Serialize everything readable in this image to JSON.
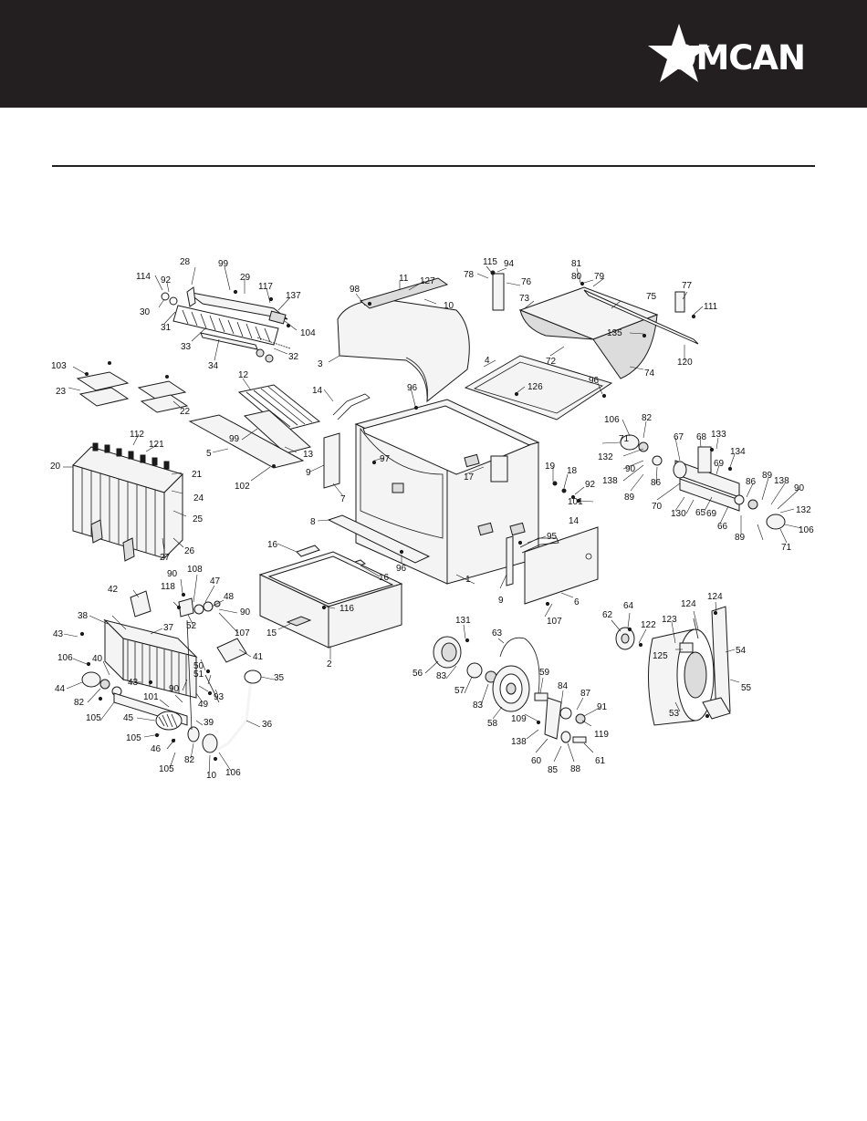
{
  "brand": {
    "name": "OMCAN",
    "header_color": "#231f20",
    "logo_icon": "star-icon"
  },
  "diagram": {
    "type": "exploded-parts-diagram",
    "labels": [
      "1",
      "2",
      "3",
      "4",
      "5",
      "6",
      "7",
      "8",
      "9",
      "9",
      "10",
      "10",
      "11",
      "12",
      "13",
      "14",
      "14",
      "15",
      "16",
      "16",
      "17",
      "18",
      "19",
      "20",
      "21",
      "22",
      "23",
      "24",
      "25",
      "26",
      "27",
      "28",
      "29",
      "30",
      "31",
      "32",
      "33",
      "34",
      "35",
      "36",
      "37",
      "38",
      "39",
      "40",
      "41",
      "42",
      "43",
      "43",
      "44",
      "45",
      "46",
      "47",
      "48",
      "49",
      "50",
      "51",
      "52",
      "53",
      "54",
      "55",
      "56",
      "57",
      "58",
      "59",
      "60",
      "61",
      "62",
      "63",
      "64",
      "65",
      "66",
      "67",
      "68",
      "69",
      "69",
      "70",
      "71",
      "71",
      "72",
      "73",
      "74",
      "75",
      "76",
      "77",
      "78",
      "79",
      "80",
      "81",
      "82",
      "82",
      "82",
      "83",
      "83",
      "84",
      "85",
      "86",
      "86",
      "87",
      "88",
      "89",
      "89",
      "89",
      "90",
      "90",
      "90",
      "90",
      "90",
      "91",
      "92",
      "92",
      "93",
      "94",
      "95",
      "96",
      "96",
      "96",
      "97",
      "98",
      "99",
      "99",
      "101",
      "101",
      "102",
      "103",
      "104",
      "105",
      "105",
      "105",
      "106",
      "106",
      "106",
      "106",
      "107",
      "107",
      "108",
      "109",
      "111",
      "112",
      "114",
      "115",
      "116",
      "117",
      "118",
      "119",
      "120",
      "121",
      "122",
      "123",
      "124",
      "124",
      "125",
      "126",
      "127",
      "130",
      "131",
      "132",
      "132",
      "133",
      "134",
      "135",
      "137",
      "138",
      "138",
      "138"
    ]
  }
}
